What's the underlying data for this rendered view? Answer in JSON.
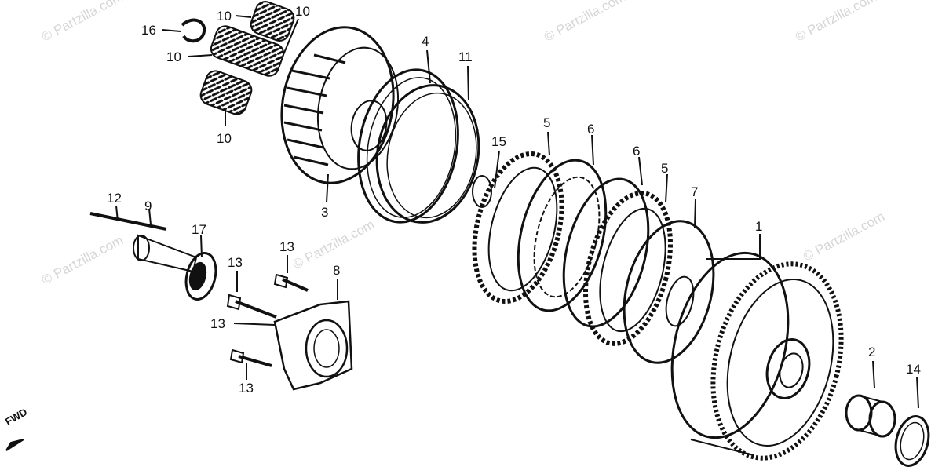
{
  "diagram": {
    "watermark": "© Partzilla.com",
    "direction_label": "FWD",
    "callouts": [
      {
        "id": "c16",
        "text": "16"
      },
      {
        "id": "c10a",
        "text": "10"
      },
      {
        "id": "c10b",
        "text": "10"
      },
      {
        "id": "c10c",
        "text": "10"
      },
      {
        "id": "c10d",
        "text": "10"
      },
      {
        "id": "c4",
        "text": "4"
      },
      {
        "id": "c11",
        "text": "11"
      },
      {
        "id": "c3",
        "text": "3"
      },
      {
        "id": "c15",
        "text": "15"
      },
      {
        "id": "c5a",
        "text": "5"
      },
      {
        "id": "c6a",
        "text": "6"
      },
      {
        "id": "c6b",
        "text": "6"
      },
      {
        "id": "c5b",
        "text": "5"
      },
      {
        "id": "c7",
        "text": "7"
      },
      {
        "id": "c1",
        "text": "1"
      },
      {
        "id": "c12",
        "text": "12"
      },
      {
        "id": "c9",
        "text": "9"
      },
      {
        "id": "c17",
        "text": "17"
      },
      {
        "id": "c13a",
        "text": "13"
      },
      {
        "id": "c13b",
        "text": "13"
      },
      {
        "id": "c8",
        "text": "8"
      },
      {
        "id": "c13c",
        "text": "13"
      },
      {
        "id": "c13d",
        "text": "13"
      },
      {
        "id": "c2",
        "text": "2"
      },
      {
        "id": "c14",
        "text": "14"
      }
    ]
  }
}
